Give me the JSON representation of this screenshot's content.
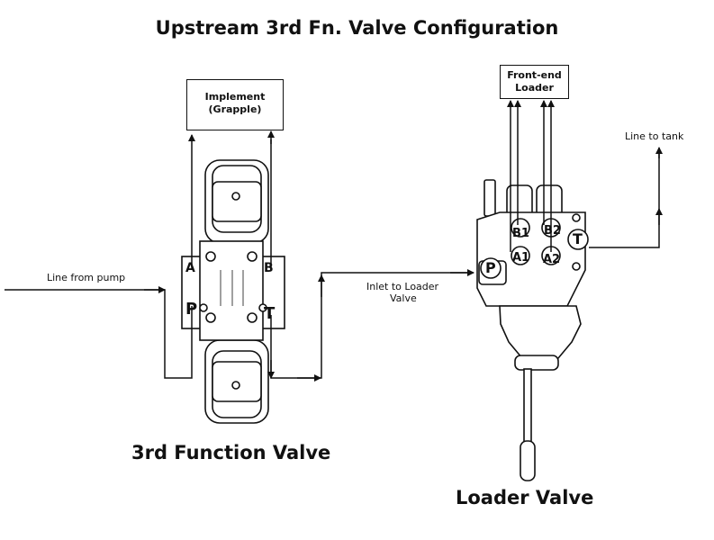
{
  "title": "Upstream 3rd Fn. Valve Configuration",
  "implement_box": {
    "line1": "Implement",
    "line2": "(Grapple)"
  },
  "loader_box": {
    "line1": "Front-end",
    "line2": "Loader"
  },
  "labels": {
    "line_from_pump": "Line from pump",
    "inlet_line1": "Inlet to Loader",
    "inlet_line2": "Valve",
    "line_to_tank": "Line to tank"
  },
  "third_fn_ports": {
    "a": "A",
    "b": "B",
    "p": "P",
    "t": "T"
  },
  "loader_ports": {
    "b1": "B1",
    "b2": "B2",
    "a1": "A1",
    "a2": "A2",
    "p": "P",
    "t": "T"
  },
  "captions": {
    "third_fn": "3rd Function Valve",
    "loader": "Loader Valve"
  }
}
